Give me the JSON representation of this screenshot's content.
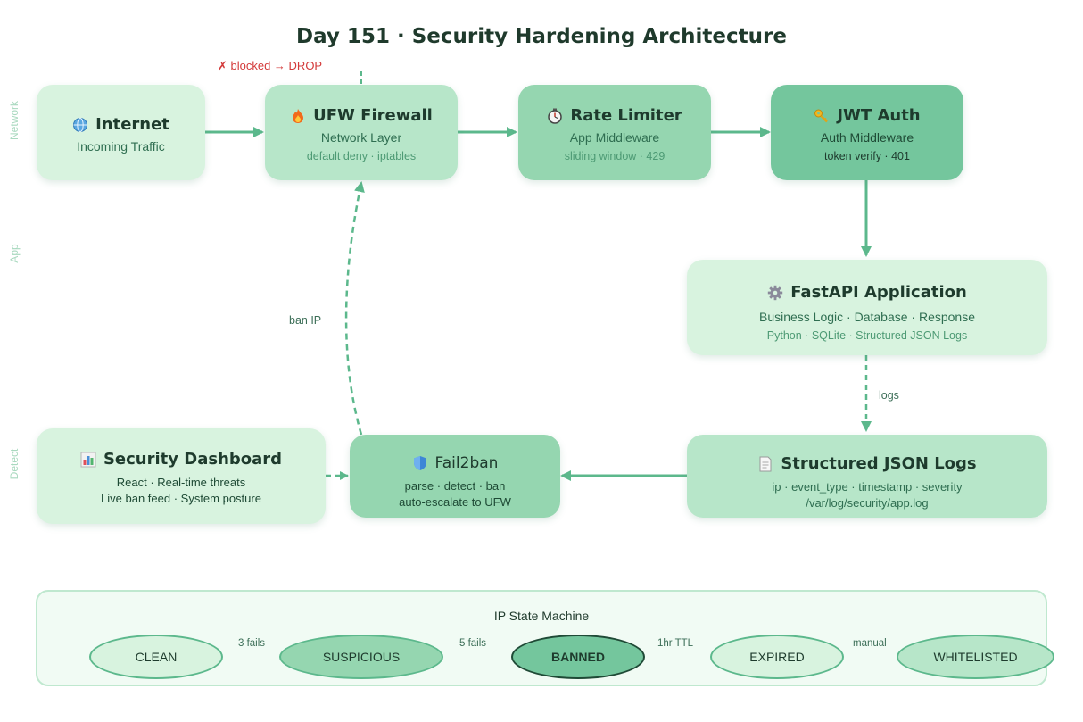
{
  "title": "Day 151 · Security Hardening Architecture",
  "lanes": {
    "network": "Network",
    "app": "App",
    "detect": "Detect"
  },
  "blocked_label": "✗ blocked → DROP",
  "nodes": {
    "internet": {
      "title": "Internet",
      "sub": "Incoming Traffic",
      "icon": "globe-icon"
    },
    "firewall": {
      "title": "UFW Firewall",
      "sub": "Network Layer",
      "detail": "default deny · iptables",
      "icon": "fire-icon"
    },
    "rate": {
      "title": "Rate Limiter",
      "sub": "App Middleware",
      "detail": "sliding window · 429",
      "icon": "stopwatch-icon"
    },
    "jwt": {
      "title": "JWT Auth",
      "sub": "Auth Middleware",
      "detail": "token verify · 401",
      "icon": "key-icon"
    },
    "fastapi": {
      "title": "FastAPI Application",
      "sub": "Business Logic · Database · Response",
      "detail": "Python · SQLite · Structured JSON Logs",
      "icon": "gear-icon"
    },
    "logs": {
      "title": "Structured JSON Logs",
      "sub": "ip · event_type · timestamp · severity",
      "detail": "/var/log/security/app.log",
      "icon": "document-icon"
    },
    "fail2ban": {
      "title": "Fail2ban",
      "sub": "parse · detect · ban",
      "detail": "auto-escalate to UFW",
      "icon": "shield-icon"
    },
    "dashboard": {
      "title": "Security Dashboard",
      "sub": "React · Real-time threats",
      "detail": "Live ban feed · System posture",
      "icon": "bar-chart-icon"
    }
  },
  "edge_labels": {
    "ban_ip": "ban IP",
    "logs": "logs"
  },
  "state_machine": {
    "title": "IP State Machine",
    "states": [
      "CLEAN",
      "SUSPICIOUS",
      "BANNED",
      "EXPIRED",
      "WHITELISTED"
    ],
    "transitions": [
      "3 fails",
      "5 fails",
      "1hr TTL",
      "manual"
    ]
  },
  "colors": {
    "arrow": "#5cb88c",
    "light": "#d8f3df",
    "mid": "#b7e6c9",
    "strong": "#8fd4ad",
    "deep": "#74c69d",
    "blocked": "#d33a3a"
  }
}
